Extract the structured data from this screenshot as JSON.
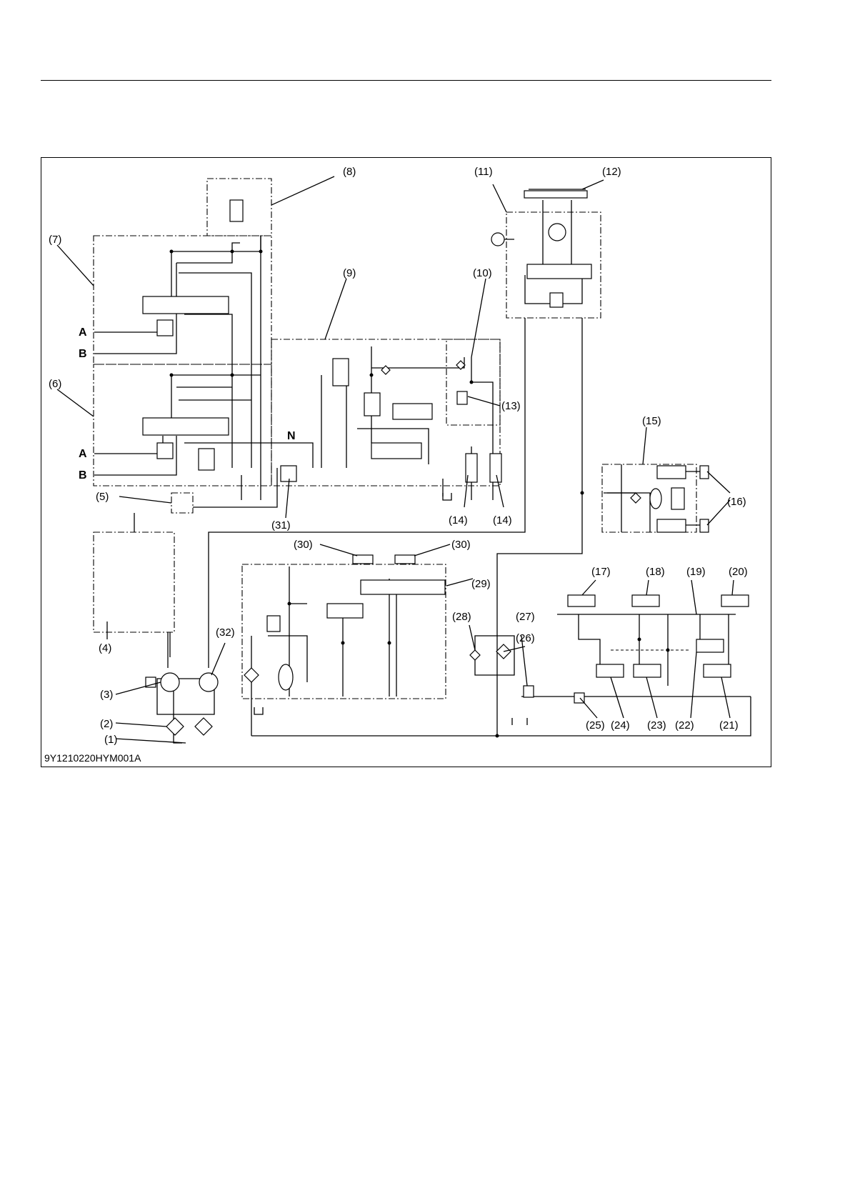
{
  "figure": {
    "code": "9Y1210220HYM001A",
    "callouts": [
      "(1)",
      "(2)",
      "(3)",
      "(4)",
      "(5)",
      "(6)",
      "(7)",
      "(8)",
      "(9)",
      "(10)",
      "(11)",
      "(12)",
      "(13)",
      "(14)",
      "(15)",
      "(16)",
      "(17)",
      "(18)",
      "(19)",
      "(20)",
      "(21)",
      "(22)",
      "(23)",
      "(24)",
      "(25)",
      "(26)",
      "(27)",
      "(28)",
      "(29)",
      "(30)",
      "(31)",
      "(32)"
    ],
    "ports": {
      "a": "A",
      "b": "B",
      "n": "N"
    }
  }
}
